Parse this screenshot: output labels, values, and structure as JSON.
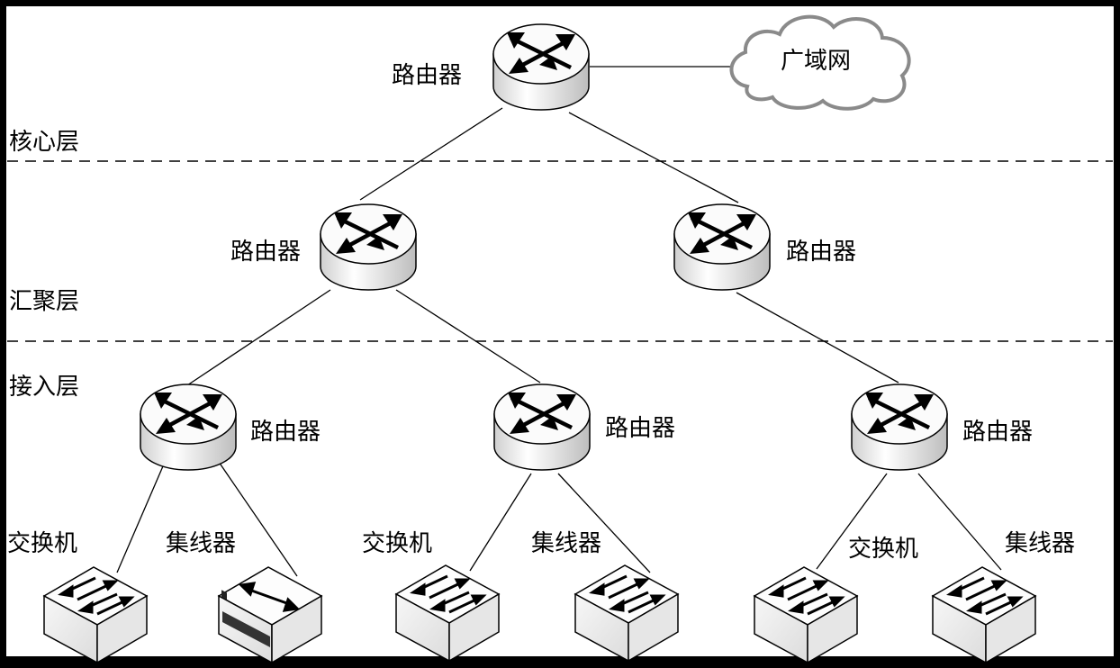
{
  "layers": {
    "core": "核心层",
    "aggregation": "汇聚层",
    "access": "接入层"
  },
  "wan": {
    "label": "广域网"
  },
  "nodes": {
    "core_router": {
      "label": "路由器"
    },
    "agg_router_left": {
      "label": "路由器"
    },
    "agg_router_right": {
      "label": "路由器"
    },
    "access_router_1": {
      "label": "路由器"
    },
    "access_router_2": {
      "label": "路由器"
    },
    "access_router_3": {
      "label": "路由器"
    },
    "switch_1": {
      "label": "交换机"
    },
    "hub_1": {
      "label": "集线器"
    },
    "switch_2": {
      "label": "交换机"
    },
    "hub_2": {
      "label": "集线器"
    },
    "switch_3": {
      "label": "交换机"
    },
    "hub_3": {
      "label": "集线器"
    }
  },
  "colors": {
    "background": "#ffffff",
    "frame": "#000000",
    "device_fill": "#f2f2f2",
    "cloud_stroke": "#8a8a8a"
  }
}
